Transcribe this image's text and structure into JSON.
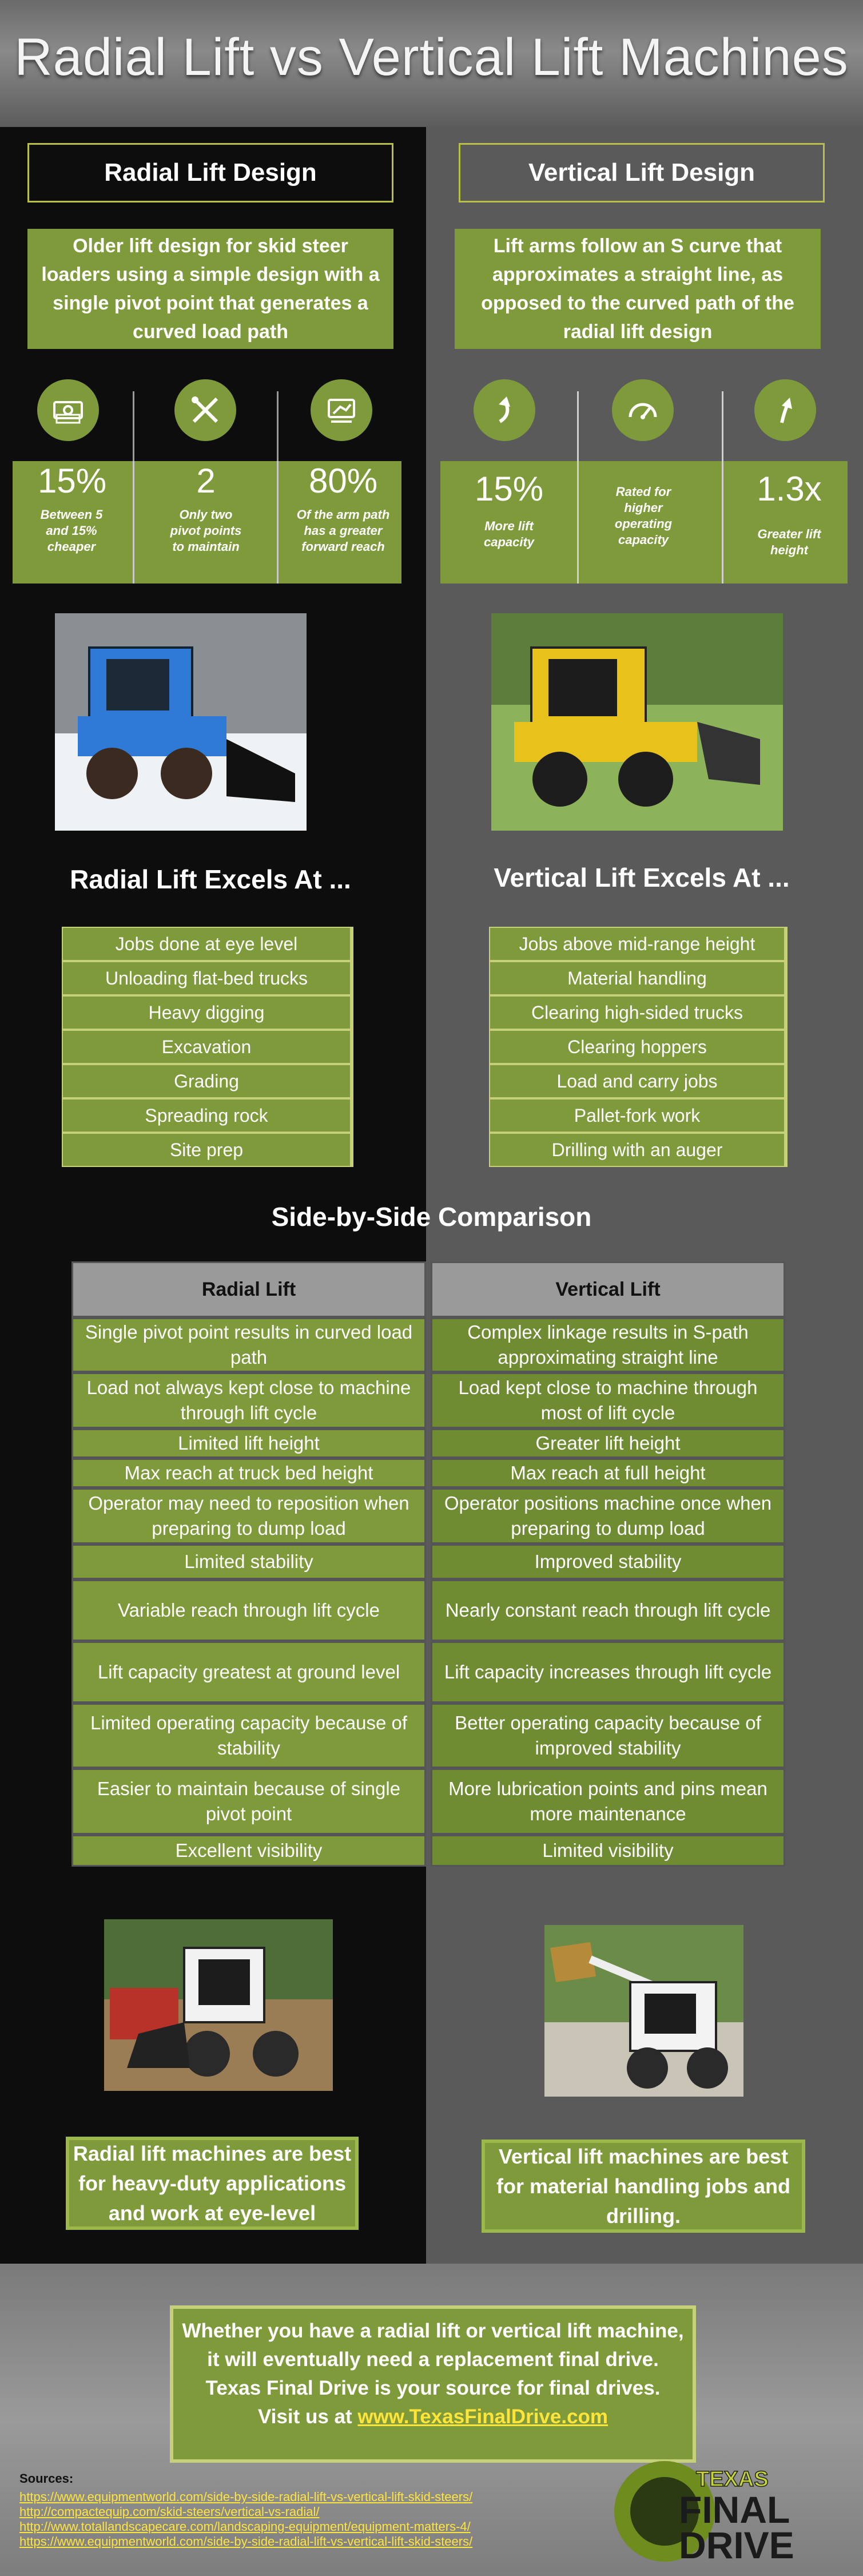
{
  "header": {
    "title": "Radial Lift vs Vertical Lift Machines"
  },
  "radial": {
    "label": "Radial Lift Design",
    "description": "Older lift design for skid steer loaders using a simple design with a single pivot point that generates a curved load path",
    "stats": [
      {
        "icon": "money-icon",
        "value": "15%",
        "caption": "Between 5 and 15% cheaper"
      },
      {
        "icon": "tools-icon",
        "value": "2",
        "caption": "Only two pivot points to maintain"
      },
      {
        "icon": "reach-icon",
        "value": "80%",
        "caption": "Of the arm path has a greater forward reach"
      }
    ],
    "excels_title": "Radial Lift Excels At ...",
    "excels": [
      "Jobs done at eye level",
      "Unloading flat-bed trucks",
      "Heavy digging",
      "Excavation",
      "Grading",
      "Spreading rock",
      "Site prep"
    ],
    "best": "Radial lift machines are best for heavy-duty applications and work at eye-level"
  },
  "vertical": {
    "label": "Vertical Lift Design",
    "description": "Lift arms follow an S curve that approximates a straight line, as opposed to the curved path of the radial lift design",
    "stats": [
      {
        "icon": "curve-arrow-icon",
        "value": "15%",
        "caption": "More lift capacity"
      },
      {
        "icon": "gauge-icon",
        "value": "",
        "caption": "Rated for higher operating capacity"
      },
      {
        "icon": "up-arrow-icon",
        "value": "1.3x",
        "caption": "Greater lift height"
      }
    ],
    "excels_title": "Vertical Lift Excels At ...",
    "excels": [
      "Jobs above mid-range height",
      "Material handling",
      "Clearing high-sided trucks",
      "Clearing hoppers",
      "Load and carry jobs",
      "Pallet-fork work",
      "Drilling with an auger"
    ],
    "best": "Vertical lift machines are best for material handling jobs and drilling."
  },
  "comparison": {
    "title": "Side-by-Side Comparison",
    "headers": [
      "Radial Lift",
      "Vertical Lift"
    ],
    "rows": [
      [
        "Single pivot point results in curved load path",
        "Complex linkage results in S-path approximating straight line"
      ],
      [
        "Load not always kept close to machine through lift cycle",
        "Load kept close to machine through most of lift cycle"
      ],
      [
        "Limited lift height",
        "Greater lift height"
      ],
      [
        "Max reach at truck bed height",
        "Max reach at full height"
      ],
      [
        "Operator may need to reposition when preparing to dump load",
        "Operator positions machine once when preparing to dump load"
      ],
      [
        "Limited stability",
        "Improved stability"
      ],
      [
        "Variable reach through lift cycle",
        "Nearly constant reach through lift cycle"
      ],
      [
        "Lift capacity greatest at ground level",
        "Lift capacity increases through lift cycle"
      ],
      [
        "Limited operating capacity because of stability",
        "Better operating capacity because of improved stability"
      ],
      [
        "Easier to maintain because of single pivot point",
        "More lubrication points and pins mean more maintenance"
      ],
      [
        "Excellent visibility",
        "Limited visibility"
      ]
    ]
  },
  "footer": {
    "line1": "Whether you have a radial lift or vertical lift machine,",
    "line2": "it will eventually need a replacement final drive.",
    "line3": "Texas Final Drive is your source for final drives.",
    "visit": "Visit us at",
    "link": "www.TexasFinalDrive.com",
    "sources_label": "Sources:",
    "sources": [
      "https://www.equipmentworld.com/side-by-side-radial-lift-vs-vertical-lift-skid-steers/",
      "http://compactequip.com/skid-steers/vertical-vs-radial/",
      "http://www.totallandscapecare.com/landscaping-equipment/equipment-matters-4/",
      "https://www.equipmentworld.com/side-by-side-radial-lift-vs-vertical-lift-skid-steers/"
    ],
    "logo": {
      "line1": "TEXAS",
      "line2": "FINAL",
      "line3": "DRIVE"
    }
  },
  "colors": {
    "green": "#7e9a3a",
    "border": "#b8c04a",
    "link": "#ffe43b"
  }
}
